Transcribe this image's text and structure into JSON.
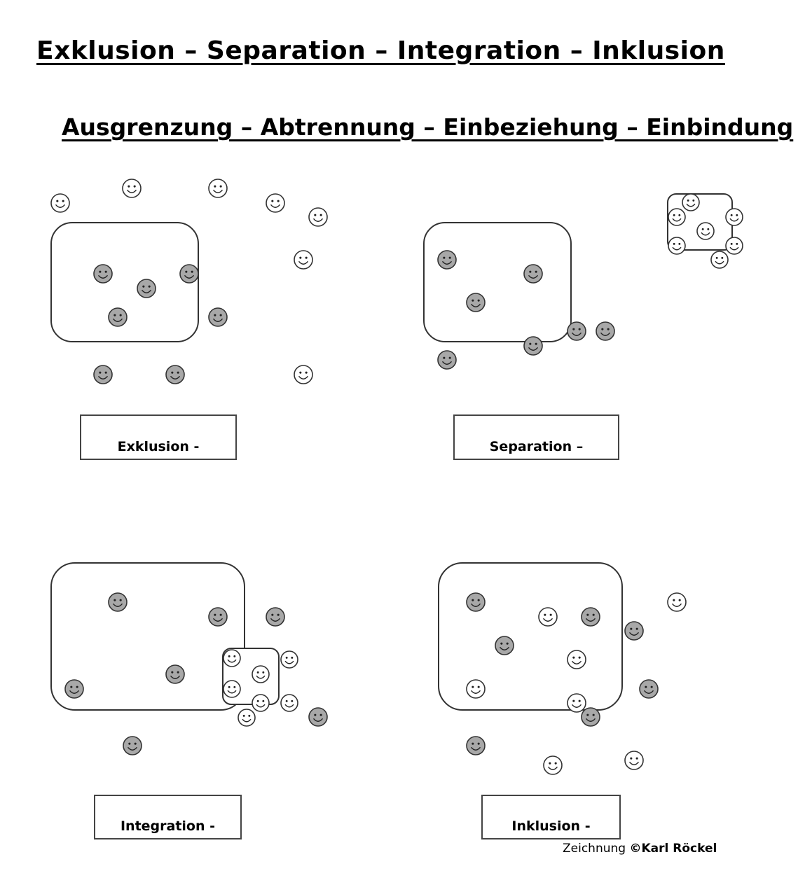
{
  "title": "Exklusion – Separation – Integration – Inklusion",
  "subtitle": "Ausgrenzung – Abtrennung – Einbeziehung – Einbindung",
  "panels": [
    {
      "label": "Exklusion -"
    },
    {
      "label": "Separation –"
    },
    {
      "label": "Integration -"
    },
    {
      "label": "Inklusion -"
    }
  ],
  "credit": {
    "prefix": "Zeichnung ",
    "author": "©Karl Röckel"
  },
  "colors": {
    "filled_face": "#a8a8a8",
    "open_face": "#ffffff",
    "stroke": "#333333"
  },
  "icons": [
    "smiley-face-icon"
  ]
}
